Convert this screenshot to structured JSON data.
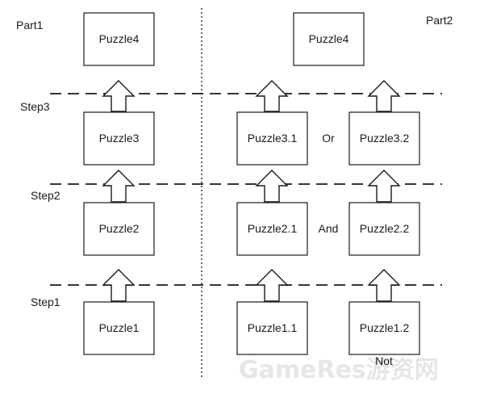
{
  "sections": {
    "part1": "Part1",
    "part2": "Part2"
  },
  "steps": {
    "step1": "Step1",
    "step2": "Step2",
    "step3": "Step3"
  },
  "part1_puzzles": {
    "p4": "Puzzle4",
    "p3": "Puzzle3",
    "p2": "Puzzle2",
    "p1": "Puzzle1"
  },
  "part2_puzzles": {
    "p4": "Puzzle4",
    "p3_1": "Puzzle3.1",
    "p3_2": "Puzzle3.2",
    "p2_1": "Puzzle2.1",
    "p2_2": "Puzzle2.2",
    "p1_1": "Puzzle1.1",
    "p1_2": "Puzzle1.2"
  },
  "connectors": {
    "or": "Or",
    "and": "And",
    "not": "Not"
  },
  "watermark": "GameRes游资网",
  "colors": {
    "stroke": "#1a1a1a",
    "background": "#ffffff",
    "watermark": "#e6e6e6"
  }
}
